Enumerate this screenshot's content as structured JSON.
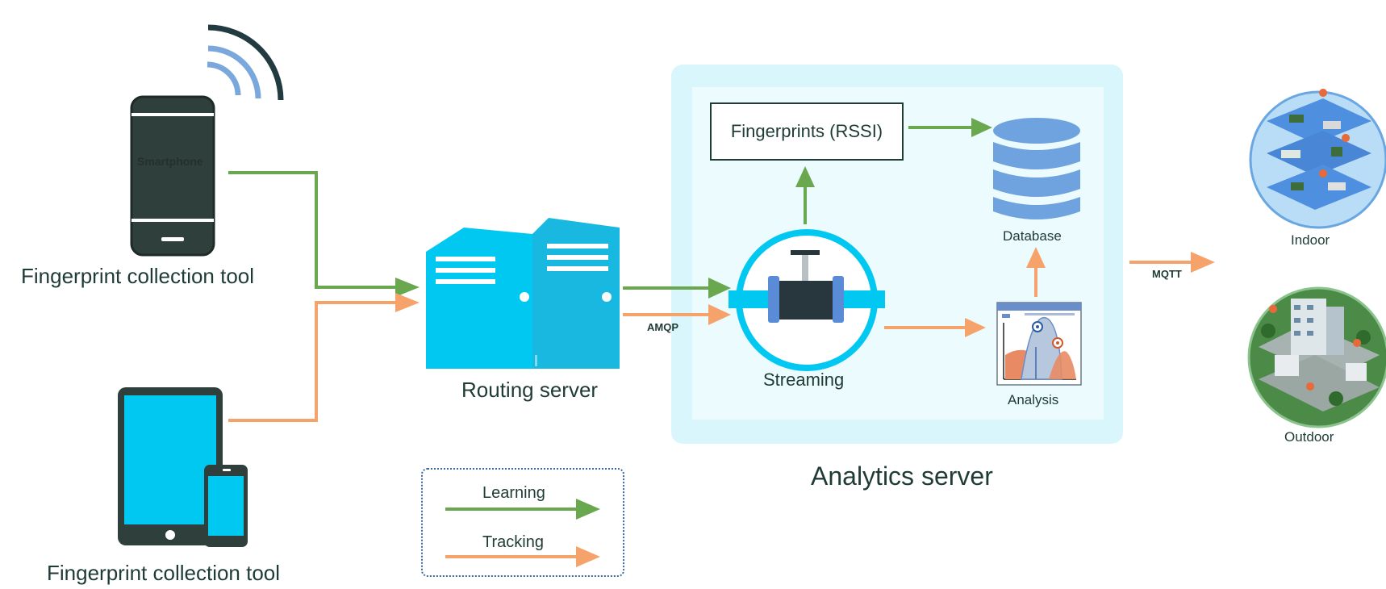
{
  "colors": {
    "learning": "#6aa84f",
    "tracking": "#f6a26b",
    "device_blue": "#00c8f0",
    "dark": "#2d3b37",
    "panel_outer": "#d9f6fc",
    "panel_inner": "#ecfbfe",
    "db_blue": "#6fa3e0"
  },
  "devices": {
    "smartphone_text": "Smartphone",
    "smartphone_label": "Fingerprint collection tool",
    "tablet_label": "Fingerprint  collection tool"
  },
  "routing": {
    "label": "Routing server"
  },
  "protocols": {
    "amqp": "AMQP",
    "mqtt": "MQTT"
  },
  "analytics": {
    "title": "Analytics server",
    "fingerprints": "Fingerprints (RSSI)",
    "streaming": "Streaming",
    "database": "Database",
    "analysis": "Analysis"
  },
  "outputs": {
    "indoor": "Indoor",
    "outdoor": "Outdoor"
  },
  "legend": {
    "learning": "Learning",
    "tracking": "Tracking"
  }
}
